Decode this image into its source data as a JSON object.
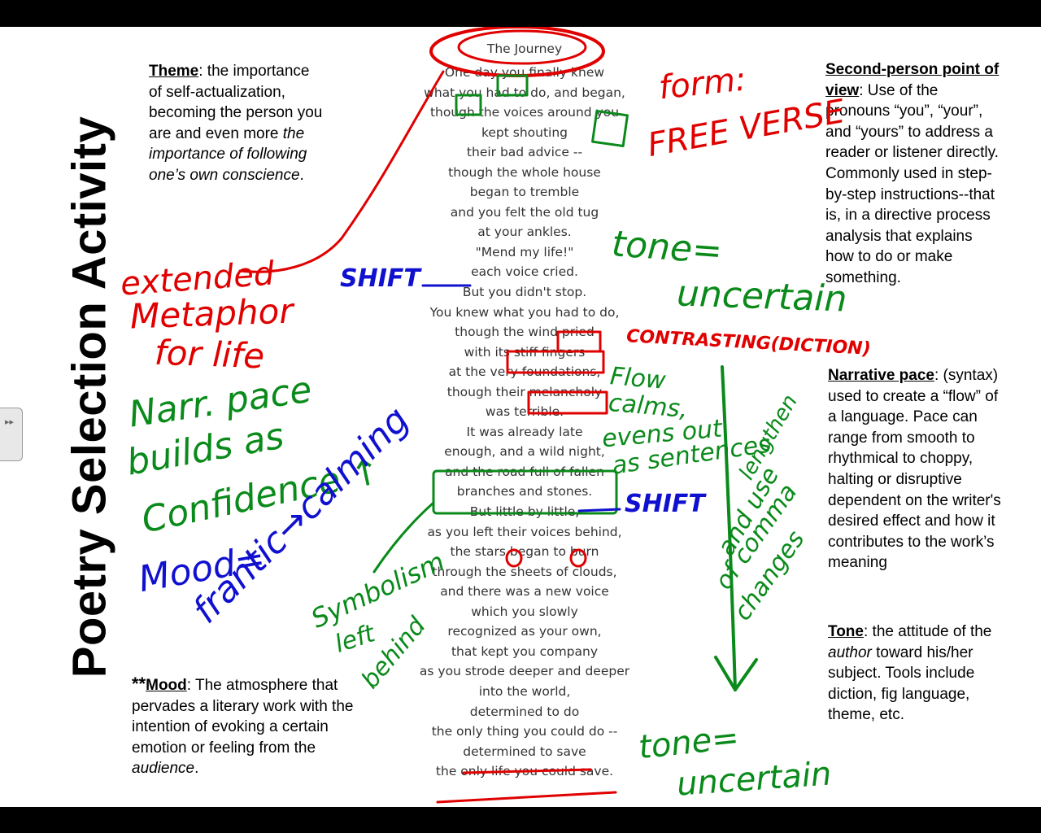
{
  "slide_title": "Poetry Selection Activity",
  "theme": {
    "term": "Theme",
    "text_1": ": the importance of self-actualization, becoming the person you are and even more ",
    "italic": "the importance of following one’s own conscience",
    "text_2": "."
  },
  "mood": {
    "stars": "**",
    "term": "Mood",
    "text_1": ": The atmosphere that pervades a literary work with the intention of evoking a certain emotion or feeling from the ",
    "italic": "audience",
    "text_2": "."
  },
  "second_person": {
    "term": "Second-person point of view",
    "text": ": Use of the pronouns “you”, “your”, and “yours” to address a reader or listener directly. Commonly used in step-by-step instructions--that is, in a directive process analysis that explains how to do or make something."
  },
  "narrative_pace": {
    "term": "Narrative pace",
    "text": ": (syntax) used to create a “flow” of a language. Pace can range from smooth to rhythmical to choppy, halting or disruptive dependent on the writer's desired effect and how it contributes to the work’s meaning"
  },
  "tone_def": {
    "term": "Tone",
    "text_1": ": the attitude of the ",
    "italic": "author",
    "text_2": " toward his/her subject. Tools include diction, fig language, theme, etc."
  },
  "poem": {
    "title": "The Journey",
    "lines": [
      "One day you finally knew",
      "what you had to do, and began,",
      "though the voices around you",
      "kept shouting",
      "their bad advice --",
      "though the whole house",
      "began to tremble",
      "and you felt the old tug",
      "at your ankles.",
      "\"Mend my life!\"",
      "each voice cried.",
      "But you didn't stop.",
      "You knew what you had to do,",
      "though the wind pried",
      "with its stiff fingers",
      "at the very foundations,",
      "though their melancholy",
      "was terrible.",
      "It was already late",
      "enough, and a wild night,",
      "and the road full of fallen",
      "branches and stones.",
      "But little by little,",
      "as you left their voices behind,",
      "the stars began to burn",
      "through the sheets of clouds,",
      "and there was a new voice",
      "which you slowly",
      "recognized as your own,",
      "that kept you company",
      "as you strode deeper and deeper",
      "into the world,",
      "determined to do",
      "the only thing you could do --",
      "determined to save",
      "the only life you could save."
    ]
  },
  "annotations": {
    "form_1": "form:",
    "form_2": "FREE VERSE",
    "tone_1": "tone=",
    "uncertain_1": "uncertain",
    "contrasting": "CONTRASTING(DICTION)",
    "flow_1": "Flow",
    "flow_2": "calms,",
    "flow_3": "evens out",
    "flow_4": "as sentences",
    "lengthen_1": "lengthen",
    "lengthen_2": "and use",
    "lengthen_3": "of comma",
    "lengthen_4": "changes",
    "shift_1": "SHIFT",
    "shift_2": "SHIFT",
    "metaphor_1": "extended",
    "metaphor_2": "Metaphor",
    "metaphor_3": "for life",
    "pace_1": "Narr. pace",
    "pace_2": "builds as",
    "pace_3": "Confidence ↑",
    "mood_1": "Mood=",
    "mood_2": "frantic→calming",
    "symbolism": "Symbolism",
    "left_1": "left",
    "left_2": "behind",
    "tone_2": "tone=",
    "uncertain_2": "uncertain"
  },
  "colors": {
    "red": "#e00000",
    "green": "#0a8a1a",
    "blue": "#1010d0"
  },
  "panel_tab": {
    "icon": "▸▸"
  }
}
